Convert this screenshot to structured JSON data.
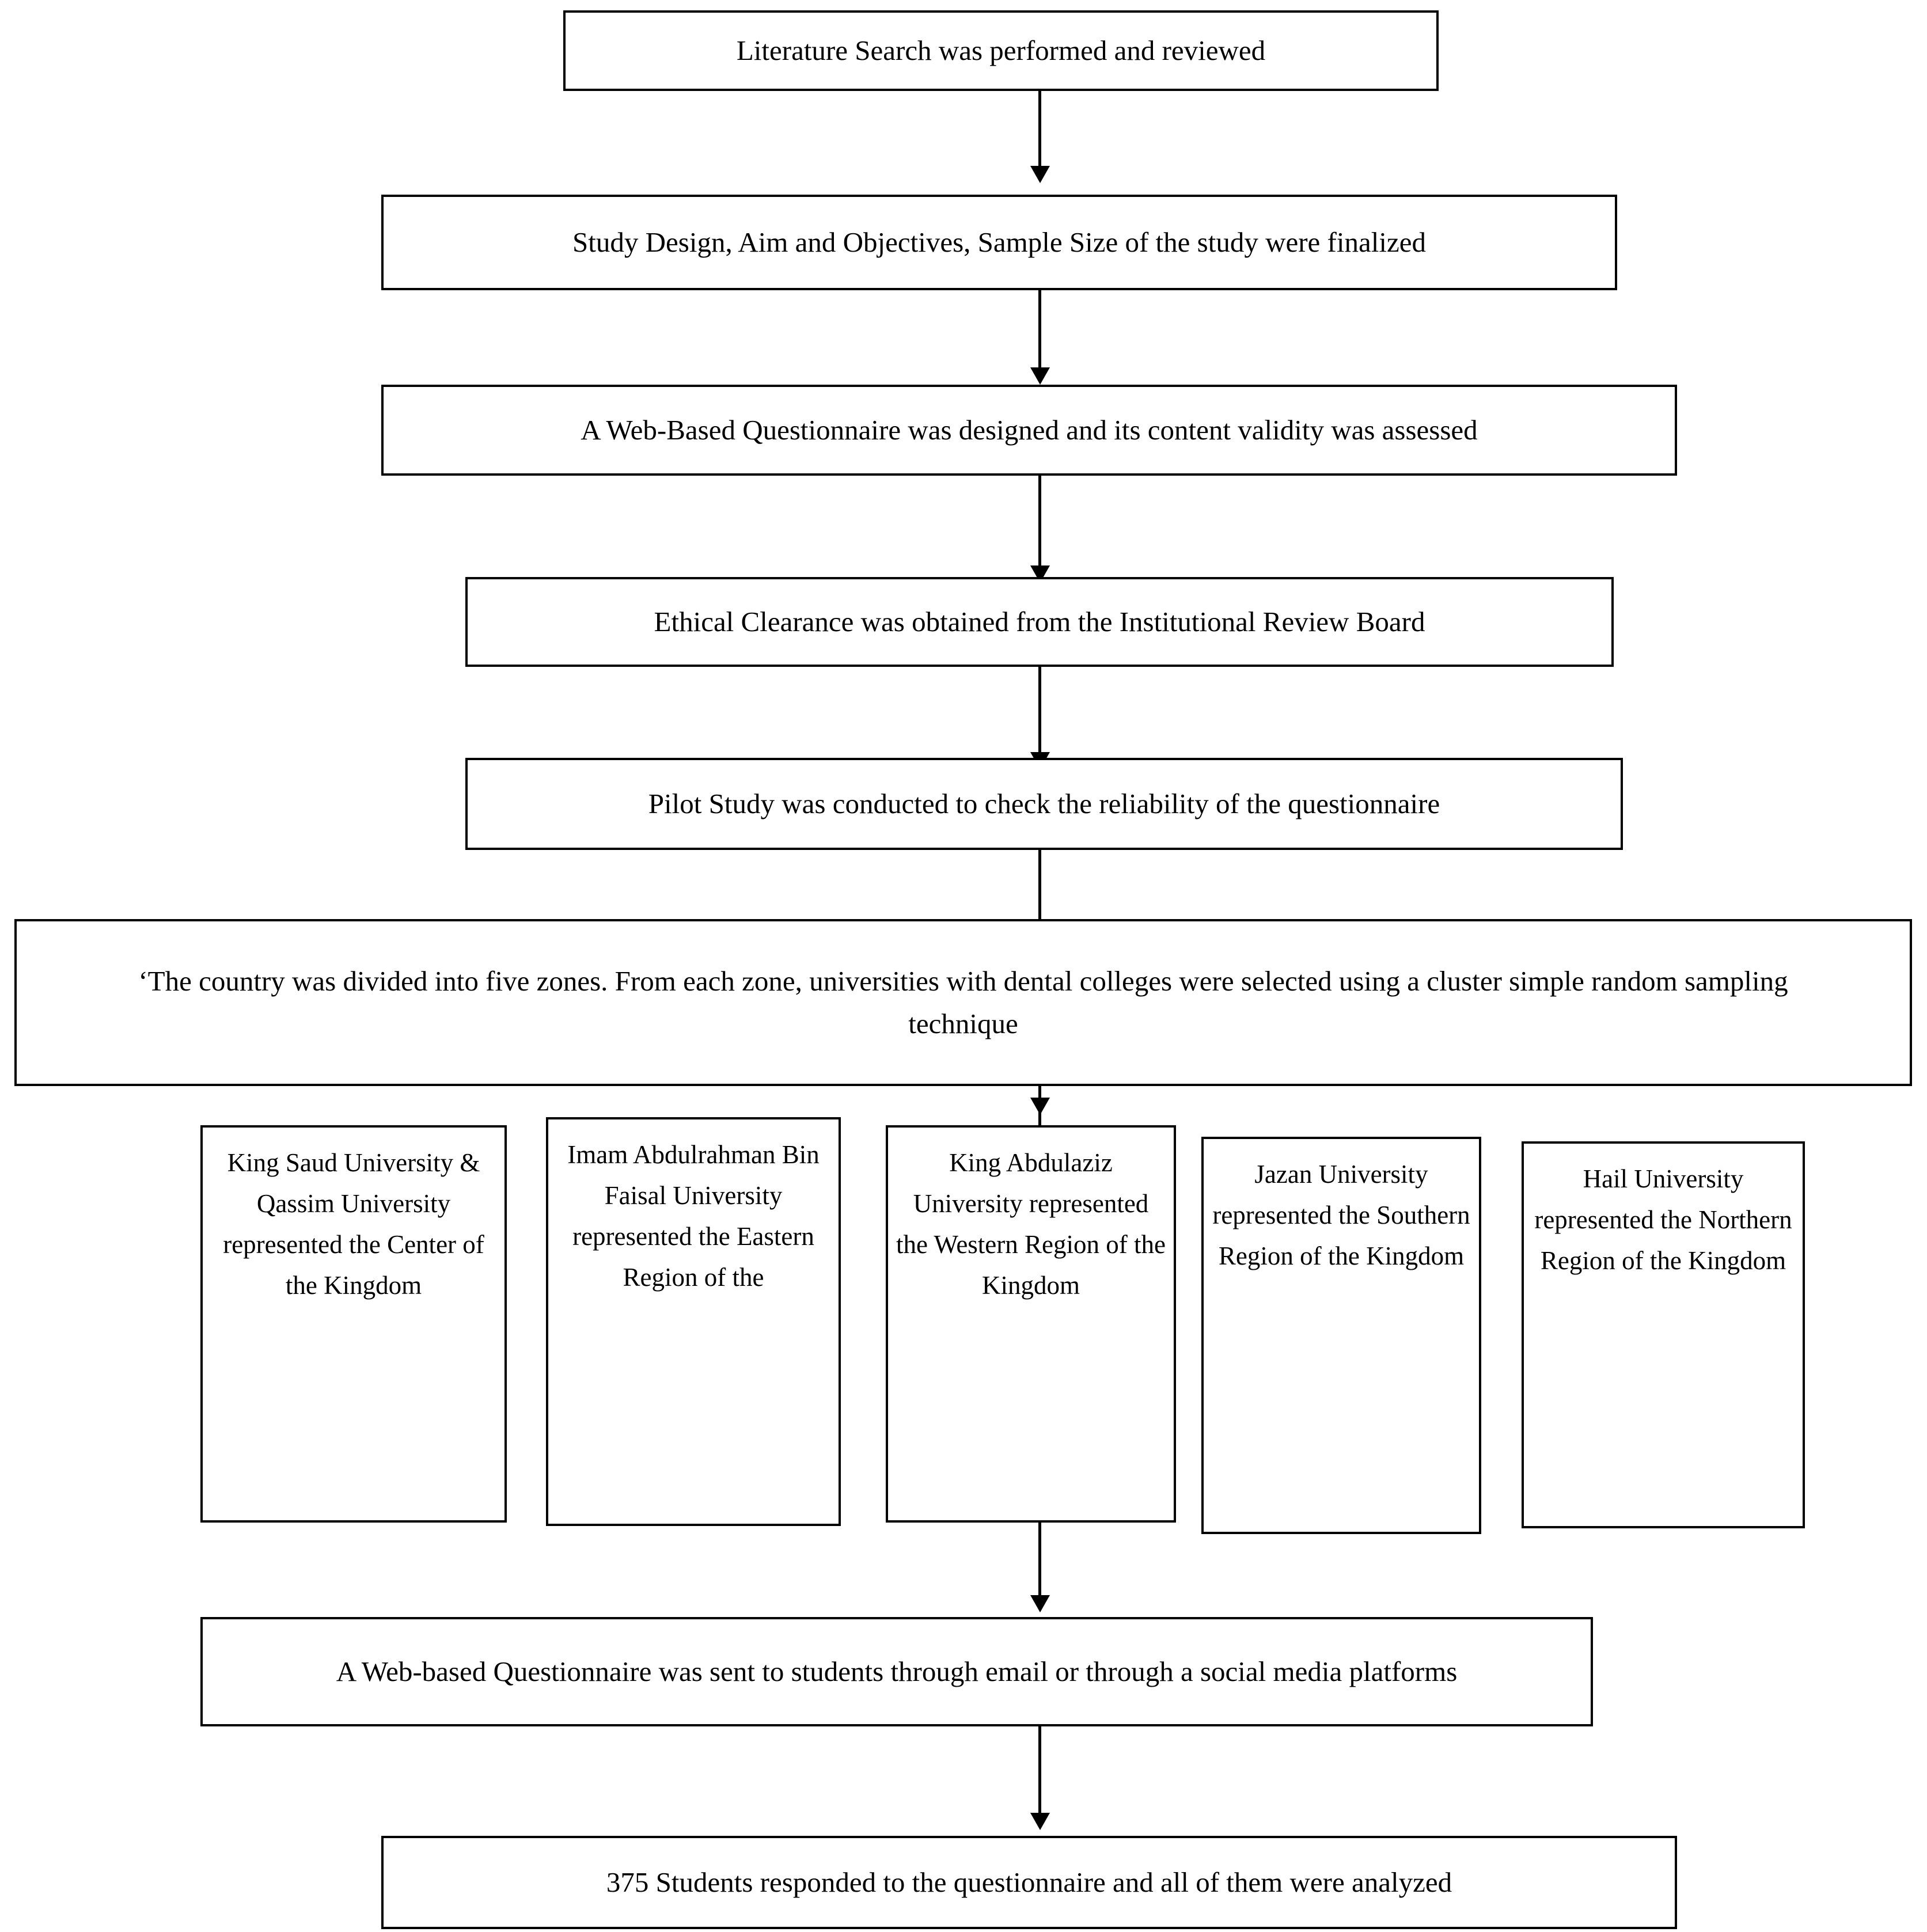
{
  "diagram": {
    "title": "Study methodology flowchart",
    "orientation": "top-to-bottom",
    "accent_color": "#000000",
    "background_color": "#ffffff"
  },
  "steps": [
    {
      "id": "literature-search",
      "label": "Literature Search was performed and reviewed"
    },
    {
      "id": "study-design",
      "label": "Study Design, Aim and Objectives, Sample Size of the study were finalized"
    },
    {
      "id": "questionnaire-design",
      "label": "A Web-Based Questionnaire was designed and its content validity was assessed"
    },
    {
      "id": "ethical-clearance",
      "label": "Ethical Clearance was obtained from the Institutional Review Board"
    },
    {
      "id": "pilot-study",
      "label": "Pilot Study was conducted to check the reliability of the questionnaire"
    },
    {
      "id": "zone-sampling",
      "label": "‘The country was divided into five zones. From each zone, universities with dental colleges were selected using a cluster simple random sampling technique"
    },
    {
      "id": "questionnaire-distribution",
      "label": "A Web-based Questionnaire was sent to students through email or through a social media platforms"
    },
    {
      "id": "responses-analyzed",
      "label": "375 Students responded to the questionnaire and all of them were analyzed"
    }
  ],
  "universities": [
    {
      "id": "king-saud-qassim",
      "label": "King Saud University & Qassim University represented the Center of the Kingdom"
    },
    {
      "id": "imam-abdulrahman-bin-faisal",
      "label": "Imam Abdulrahman Bin Faisal University represented the Eastern Region of the"
    },
    {
      "id": "king-abdulaziz",
      "label": "King Abdulaziz University represented the Western Region of the Kingdom"
    },
    {
      "id": "jazan",
      "label": "Jazan University represented the Southern Region of the Kingdom"
    },
    {
      "id": "hail",
      "label": "Hail University represented the Northern Region of the Kingdom"
    }
  ]
}
